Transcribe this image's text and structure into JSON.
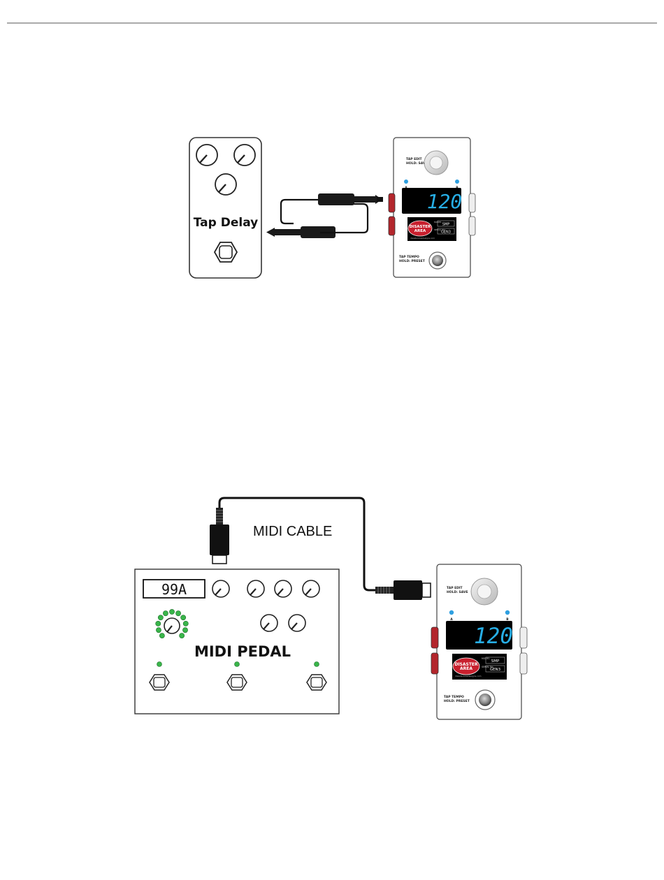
{
  "diagram1": {
    "tap_pedal": {
      "label": "Tap Delay"
    },
    "smp_pedal": {
      "display": "120",
      "top_switch_label_1": "TAP EDIT",
      "top_switch_label_2": "HOLD: SAVE",
      "led_left": "A",
      "led_right": "B",
      "logo_line1": "DISASTER",
      "logo_line2": "AREA",
      "model_caption": "MODEL",
      "model": "SMP",
      "serial_caption": "SERIAL No.",
      "serial": "GEN3",
      "footer_text": "disasterareadesigns.com",
      "bottom_switch_label_1": "TAP TEMPO",
      "bottom_switch_label_2": "HOLD: PRESET"
    }
  },
  "diagram2": {
    "cable_label": "MIDI CABLE",
    "midi_pedal": {
      "label": "MIDI PEDAL",
      "display": "99A"
    },
    "smp_pedal": {
      "display": "120",
      "top_switch_label_1": "TAP EDIT",
      "top_switch_label_2": "HOLD: SAVE",
      "led_left": "A",
      "led_right": "B",
      "logo_line1": "DISASTER",
      "logo_line2": "AREA",
      "model_caption": "MODEL",
      "model": "SMP",
      "serial_caption": "SERIAL No.",
      "serial": "GEN3",
      "footer_text": "disasterareadesigns.com",
      "bottom_switch_label_1": "TAP TEMPO",
      "bottom_switch_label_2": "HOLD: PRESET"
    }
  },
  "colors": {
    "display_digits": "#27aee6",
    "jack_red": "#b3262c",
    "led_blue": "#2e9fe0",
    "led_green": "#39b54a",
    "logo_red": "#c8202e"
  }
}
